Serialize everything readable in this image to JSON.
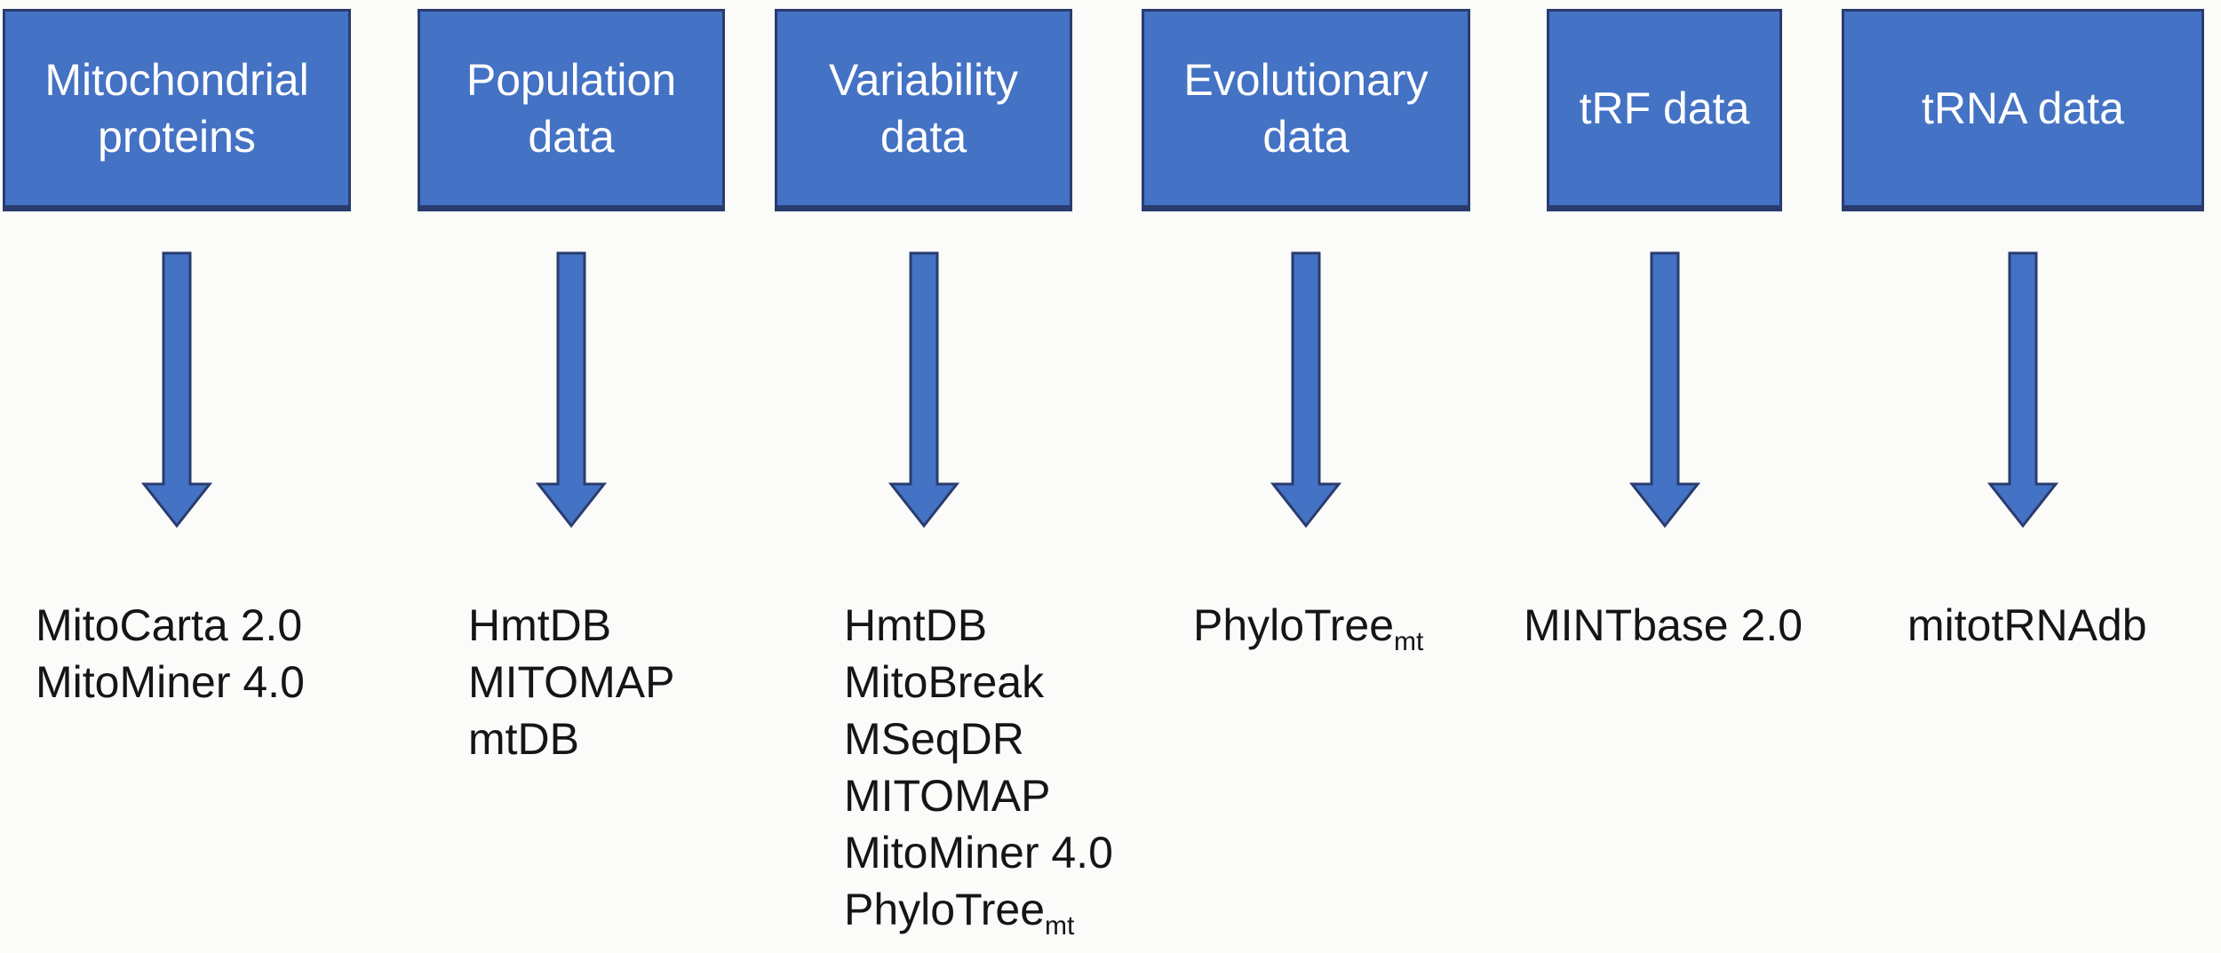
{
  "diagram": {
    "title": "Mitochondrial data resources diagram",
    "colors": {
      "box_fill": "#4472c4",
      "box_border": "#2a3c6e",
      "arrow_fill": "#4472c4",
      "arrow_border": "#2a3c6e",
      "text": "#151515",
      "background": "#fbfbfa"
    },
    "columns": [
      {
        "box_label": "Mitochondrial proteins",
        "items": [
          {
            "text": "MitoCarta 2.0"
          },
          {
            "text": "MitoMiner 4.0"
          }
        ]
      },
      {
        "box_label": "Population data",
        "items": [
          {
            "text": "HmtDB"
          },
          {
            "text": "MITOMAP"
          },
          {
            "text": "mtDB"
          }
        ]
      },
      {
        "box_label": "Variability data",
        "items": [
          {
            "text": "HmtDB"
          },
          {
            "text": "MitoBreak"
          },
          {
            "text": "MSeqDR"
          },
          {
            "text": "MITOMAP"
          },
          {
            "text": "MitoMiner 4.0"
          },
          {
            "text": "PhyloTree",
            "sub": "mt"
          }
        ]
      },
      {
        "box_label": "Evolutionary data",
        "items": [
          {
            "text": "PhyloTree",
            "sub": "mt"
          }
        ]
      },
      {
        "box_label": "tRF data",
        "items": [
          {
            "text": "MINTbase 2.0"
          }
        ]
      },
      {
        "box_label": "tRNA data",
        "items": [
          {
            "text": "mitotRNAdb"
          }
        ]
      }
    ]
  }
}
